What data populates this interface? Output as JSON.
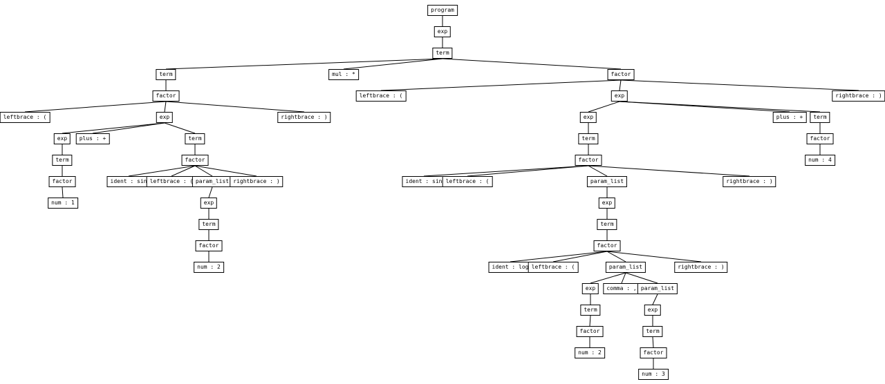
{
  "tree": {
    "label": "program",
    "children": [
      {
        "label": "exp",
        "children": [
          {
            "label": "term",
            "children": [
              {
                "label": "term",
                "children": [
                  {
                    "label": "factor",
                    "children": [
                      {
                        "label": "leftbrace : ("
                      },
                      {
                        "label": "exp",
                        "children": [
                          {
                            "label": "exp",
                            "children": [
                              {
                                "label": "term",
                                "children": [
                                  {
                                    "label": "factor",
                                    "children": [
                                      {
                                        "label": "num : 1"
                                      }
                                    ]
                                  }
                                ]
                              }
                            ]
                          },
                          {
                            "label": "plus : +"
                          },
                          {
                            "label": "term",
                            "children": [
                              {
                                "label": "factor",
                                "children": [
                                  {
                                    "label": "ident : sin"
                                  },
                                  {
                                    "label": "leftbrace : ("
                                  },
                                  {
                                    "label": "param_list",
                                    "children": [
                                      {
                                        "label": "exp",
                                        "children": [
                                          {
                                            "label": "term",
                                            "children": [
                                              {
                                                "label": "factor",
                                                "children": [
                                                  {
                                                    "label": "num : 2"
                                                  }
                                                ]
                                              }
                                            ]
                                          }
                                        ]
                                      }
                                    ]
                                  },
                                  {
                                    "label": "rightbrace : )"
                                  }
                                ]
                              }
                            ]
                          }
                        ]
                      },
                      {
                        "label": "rightbrace : )"
                      }
                    ]
                  }
                ]
              },
              {
                "label": "mul : *"
              },
              {
                "label": "factor",
                "children": [
                  {
                    "label": "leftbrace : ("
                  },
                  {
                    "label": "exp",
                    "children": [
                      {
                        "label": "exp",
                        "children": [
                          {
                            "label": "term",
                            "children": [
                              {
                                "label": "factor",
                                "children": [
                                  {
                                    "label": "ident : sin"
                                  },
                                  {
                                    "label": "leftbrace : ("
                                  },
                                  {
                                    "label": "param_list",
                                    "children": [
                                      {
                                        "label": "exp",
                                        "children": [
                                          {
                                            "label": "term",
                                            "children": [
                                              {
                                                "label": "factor",
                                                "children": [
                                                  {
                                                    "label": "ident : log"
                                                  },
                                                  {
                                                    "label": "leftbrace : ("
                                                  },
                                                  {
                                                    "label": "param_list",
                                                    "children": [
                                                      {
                                                        "label": "exp",
                                                        "children": [
                                                          {
                                                            "label": "term",
                                                            "children": [
                                                              {
                                                                "label": "factor",
                                                                "children": [
                                                                  {
                                                                    "label": "num : 2"
                                                                  }
                                                                ]
                                                              }
                                                            ]
                                                          }
                                                        ]
                                                      },
                                                      {
                                                        "label": "comma : ,"
                                                      },
                                                      {
                                                        "label": "param_list",
                                                        "children": [
                                                          {
                                                            "label": "exp",
                                                            "children": [
                                                              {
                                                                "label": "term",
                                                                "children": [
                                                                  {
                                                                    "label": "factor",
                                                                    "children": [
                                                                      {
                                                                        "label": "num : 3"
                                                                      }
                                                                    ]
                                                                  }
                                                                ]
                                                              }
                                                            ]
                                                          }
                                                        ]
                                                      }
                                                    ]
                                                  },
                                                  {
                                                    "label": "rightbrace : )"
                                                  }
                                                ]
                                              }
                                            ]
                                          }
                                        ]
                                      }
                                    ]
                                  },
                                  {
                                    "label": "rightbrace : )"
                                  }
                                ]
                              }
                            ]
                          }
                        ]
                      },
                      {
                        "label": "plus : +"
                      },
                      {
                        "label": "term",
                        "children": [
                          {
                            "label": "factor",
                            "children": [
                              {
                                "label": "num : 4"
                              }
                            ]
                          }
                        ]
                      }
                    ]
                  },
                  {
                    "label": "rightbrace : )"
                  }
                ]
              }
            ]
          }
        ]
      }
    ]
  }
}
